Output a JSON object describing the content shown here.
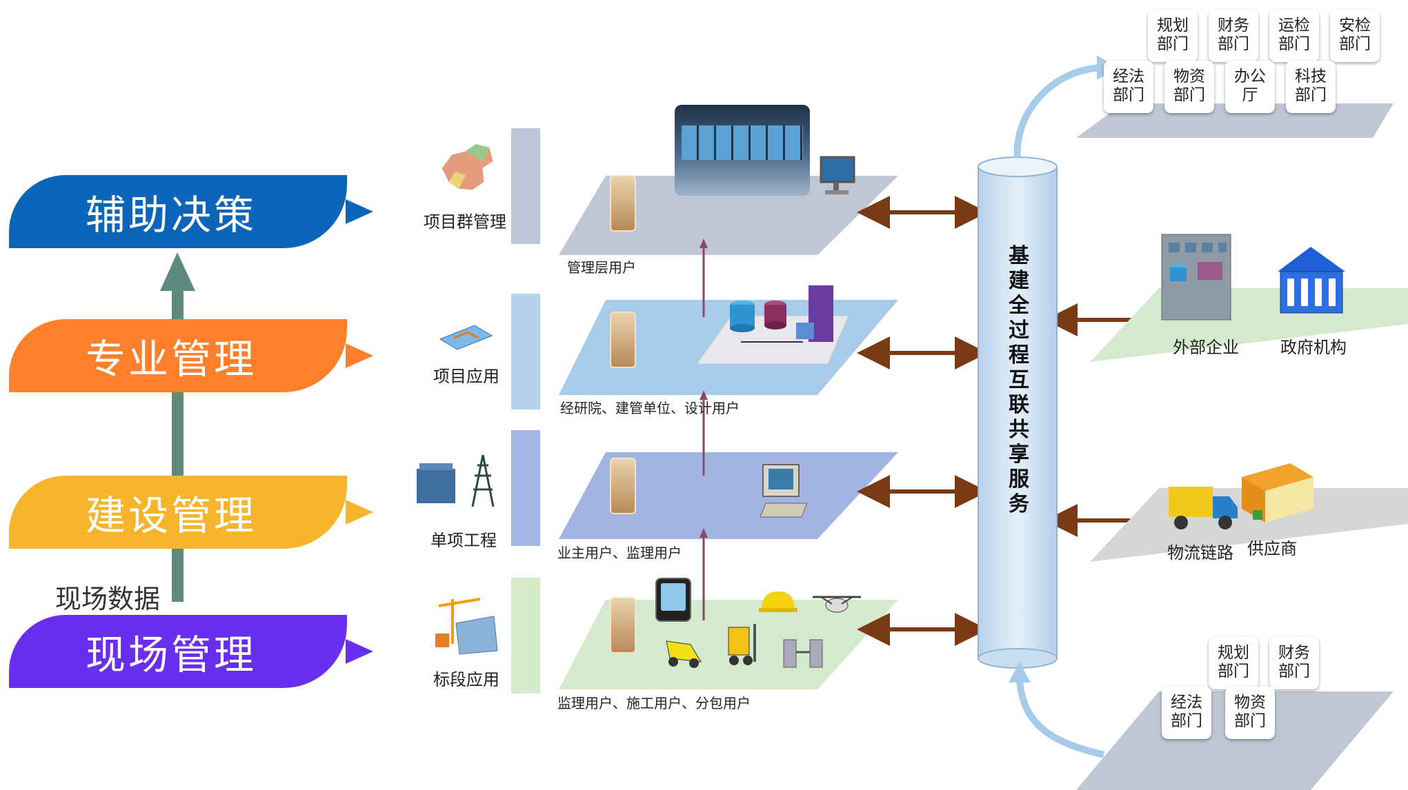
{
  "levels": [
    {
      "label": "辅助决策",
      "color": "#0B65B8"
    },
    {
      "label": "专业管理",
      "color": "#FF7F2A"
    },
    {
      "label": "建设管理",
      "color": "#F7B52B"
    },
    {
      "label": "现场管理",
      "color": "#6A2EF0"
    }
  ],
  "field_data_label": "现场数据",
  "categories": [
    {
      "label": "项目群管理",
      "bar_color": "#BCC6D6"
    },
    {
      "label": "项目应用",
      "bar_color": "#B6D2EE"
    },
    {
      "label": "单项工程",
      "bar_color": "#A6B6E2"
    },
    {
      "label": "标段应用",
      "bar_color": "#D4EACB"
    }
  ],
  "planes": [
    {
      "caption": "管理层用户",
      "color": "#BFC6D4"
    },
    {
      "caption": "经研院、建管单位、设计用户",
      "color": "#A9CBEA"
    },
    {
      "caption": "业主用户、监理用户",
      "color": "#A3B3E3"
    },
    {
      "caption": "监理用户、施工用户、分包用户",
      "color": "#D3EACC"
    }
  ],
  "cylinder_text": "基建全过程互联共享服务",
  "top_depts_back": [
    "规划部门",
    "财务部门",
    "运检部门",
    "安检部门"
  ],
  "top_depts_front": [
    "经法部门",
    "物资部门",
    "办公厅",
    "科技部门"
  ],
  "external": {
    "enterprise": "外部企业",
    "government": "政府机构"
  },
  "supply": {
    "logistics": "物流链路",
    "supplier": "供应商"
  },
  "bottom_depts_back": [
    "规划部门",
    "财务部门"
  ],
  "bottom_depts_front": [
    "经法部门",
    "物资部门"
  ],
  "colors": {
    "arrow_brown": "#7A3A14",
    "teal": "#5E8B80",
    "cylinder": "#D7E8F7",
    "flow_blue": "#A7CCEB"
  }
}
